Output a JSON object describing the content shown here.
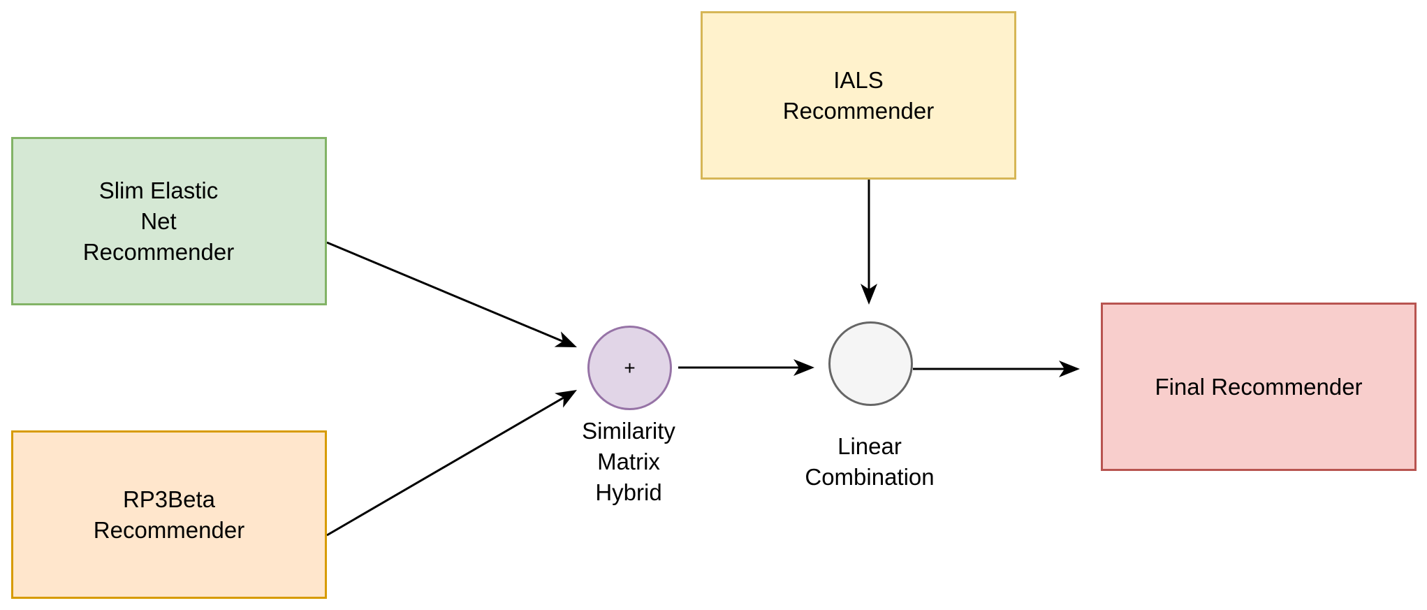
{
  "nodes": {
    "slim": {
      "label": "Slim Elastic\nNet\nRecommender",
      "fill": "#d5e8d4",
      "stroke": "#82b366"
    },
    "rp3": {
      "label": "RP3Beta\nRecommender",
      "fill": "#ffe6cc",
      "stroke": "#d79b00"
    },
    "ials": {
      "label": "IALS\nRecommender",
      "fill": "#fff2cc",
      "stroke": "#d6b656"
    },
    "final": {
      "label": "Final Recommender",
      "fill": "#f8cecc",
      "stroke": "#b85450"
    },
    "similarity": {
      "symbol": "+",
      "caption": "Similarity\nMatrix\nHybrid",
      "fill": "#e1d5e7",
      "stroke": "#9673a6"
    },
    "linear": {
      "caption": "Linear\nCombination",
      "fill": "#f5f5f5",
      "stroke": "#666666"
    }
  },
  "edges": [
    {
      "from": "slim",
      "to": "similarity"
    },
    {
      "from": "rp3",
      "to": "similarity"
    },
    {
      "from": "similarity",
      "to": "linear"
    },
    {
      "from": "ials",
      "to": "linear"
    },
    {
      "from": "linear",
      "to": "final"
    }
  ],
  "edge_color": "#000000"
}
